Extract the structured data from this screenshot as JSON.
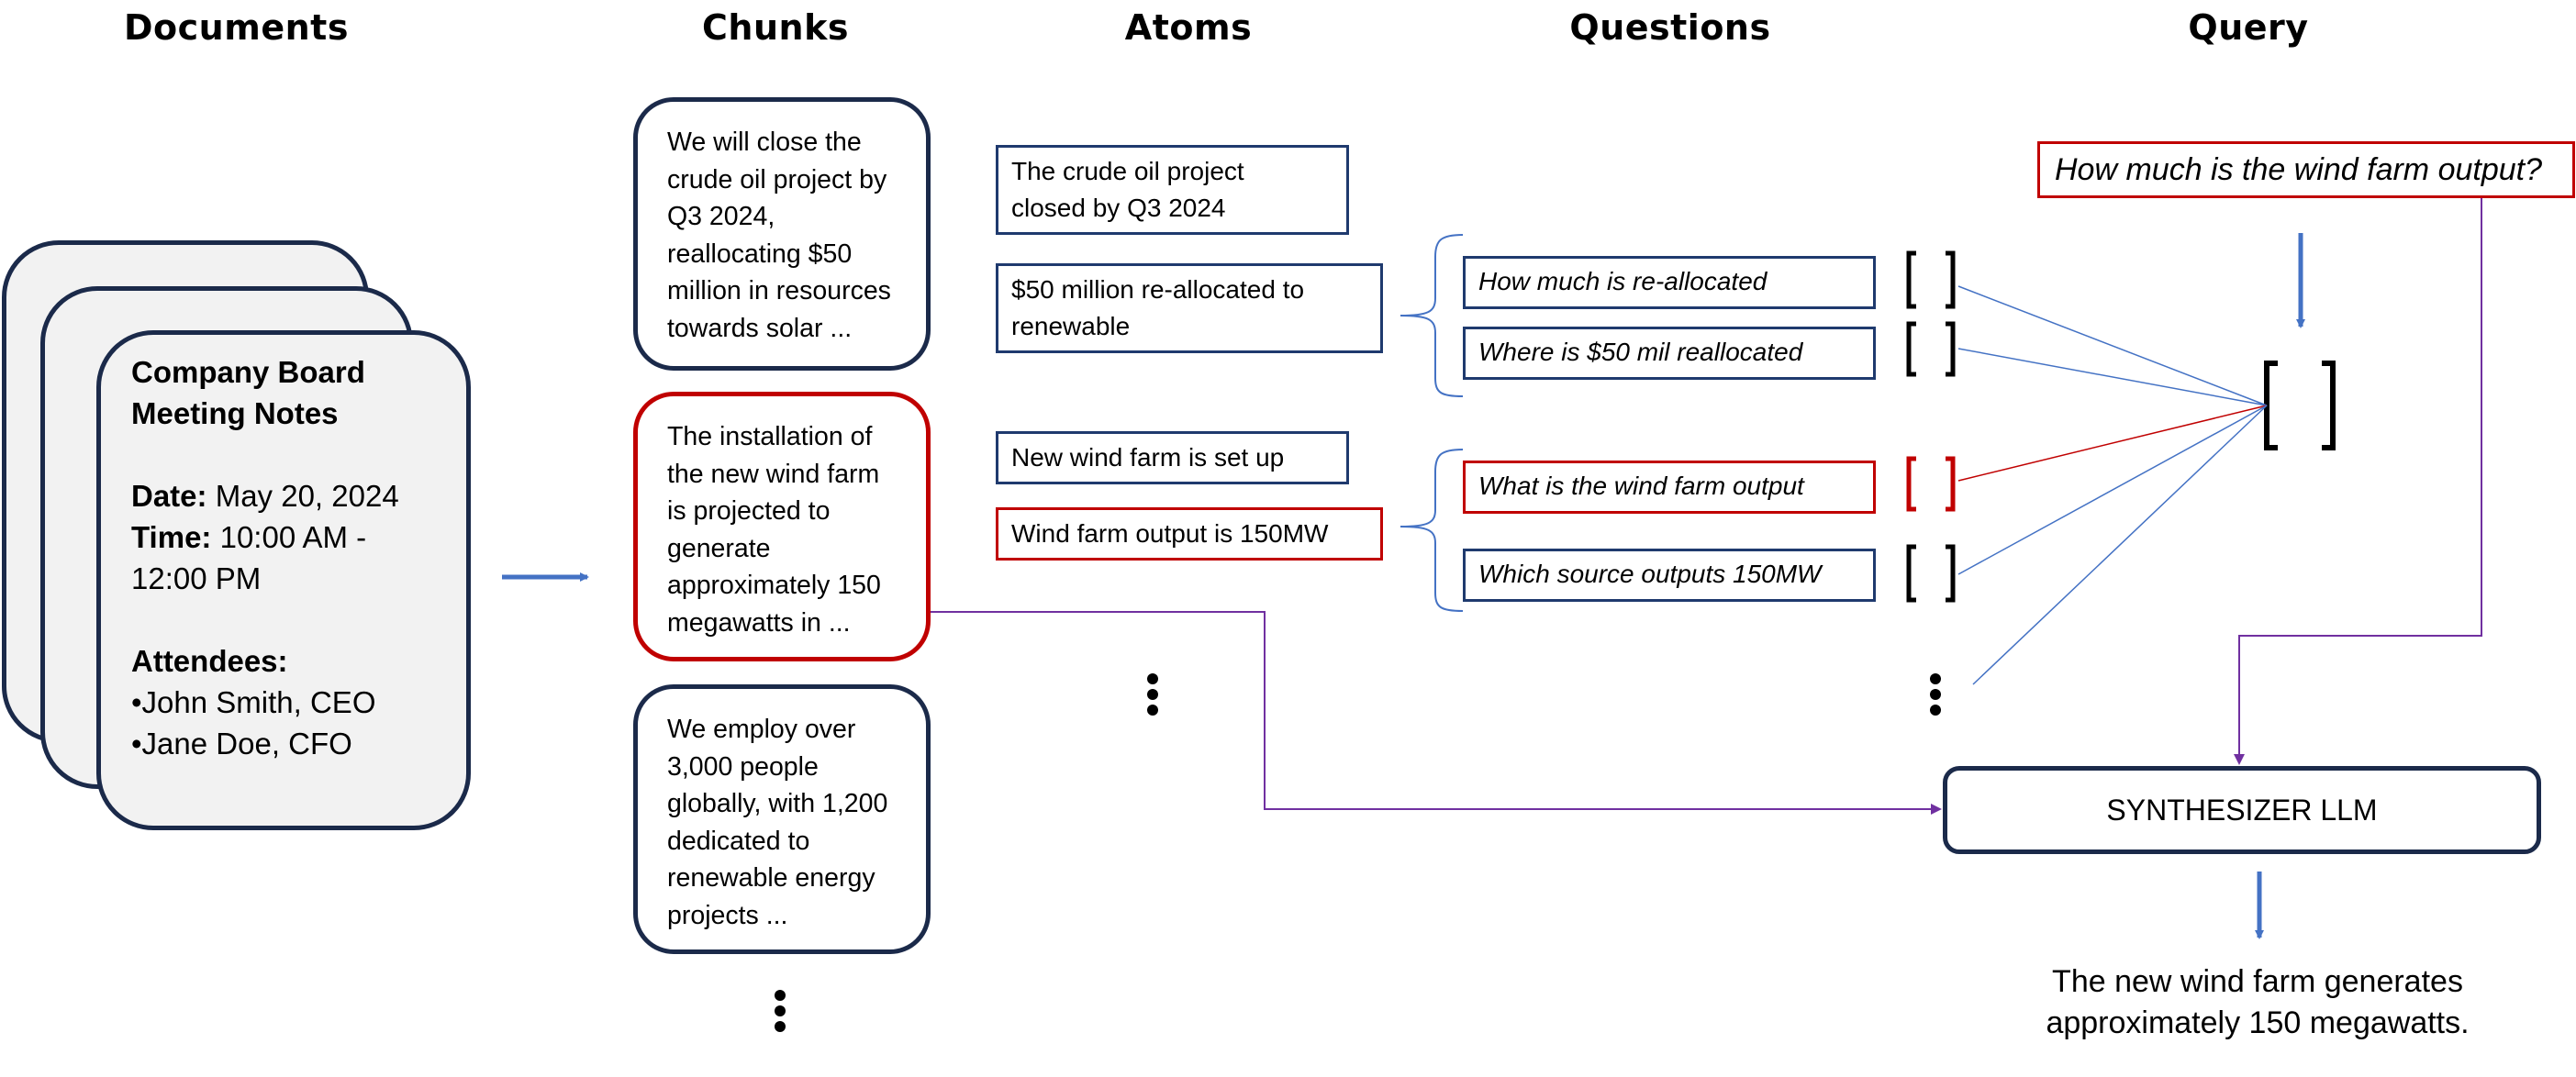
{
  "headings": {
    "documents": "Documents",
    "chunks": "Chunks",
    "atoms": "Atoms",
    "questions": "Questions",
    "query": "Query"
  },
  "document": {
    "title_line1": "Company Board",
    "title_line2": "Meeting Notes",
    "date_label": "Date:",
    "date_value": " May 20, 2024",
    "time_label": "Time:",
    "time_value_1": " 10:00 AM -",
    "time_value_2": "12:00 PM",
    "attendees_label": "Attendees:",
    "attendee_1": "•John Smith, CEO",
    "attendee_2": "•Jane Doe, CFO"
  },
  "chunks": [
    {
      "lines": [
        "We will close the",
        "crude oil project by",
        "Q3 2024,",
        "reallocating $50",
        "million in resources",
        "towards solar ..."
      ]
    },
    {
      "lines": [
        "The installation of",
        "the new wind farm",
        "is projected to",
        "generate",
        "approximately 150",
        "megawatts in ..."
      ]
    },
    {
      "lines": [
        "We employ over",
        "3,000 people",
        "globally, with 1,200",
        "dedicated to",
        "renewable energy",
        "projects ..."
      ]
    }
  ],
  "atoms": [
    {
      "lines": [
        "The crude oil project",
        "closed by Q3 2024"
      ]
    },
    {
      "lines": [
        "$50 million re-allocated to",
        "renewable"
      ]
    },
    {
      "lines": [
        "New wind farm is set up"
      ]
    },
    {
      "lines": [
        "Wind farm output is 150MW"
      ]
    }
  ],
  "questions": [
    "How much is re-allocated",
    "Where is $50 mil reallocated",
    "What is the wind farm output",
    "Which source outputs 150MW"
  ],
  "query": "How much is the wind farm output?",
  "synthesizer": "SYNTHESIZER LLM",
  "answer": {
    "line1": "The new wind farm generates",
    "line2": "approximately 150 megawatts."
  },
  "colors": {
    "navy": "#1b2a4a",
    "red": "#c00000",
    "blue_arrow": "#4472c4",
    "purple": "#7030a0"
  }
}
